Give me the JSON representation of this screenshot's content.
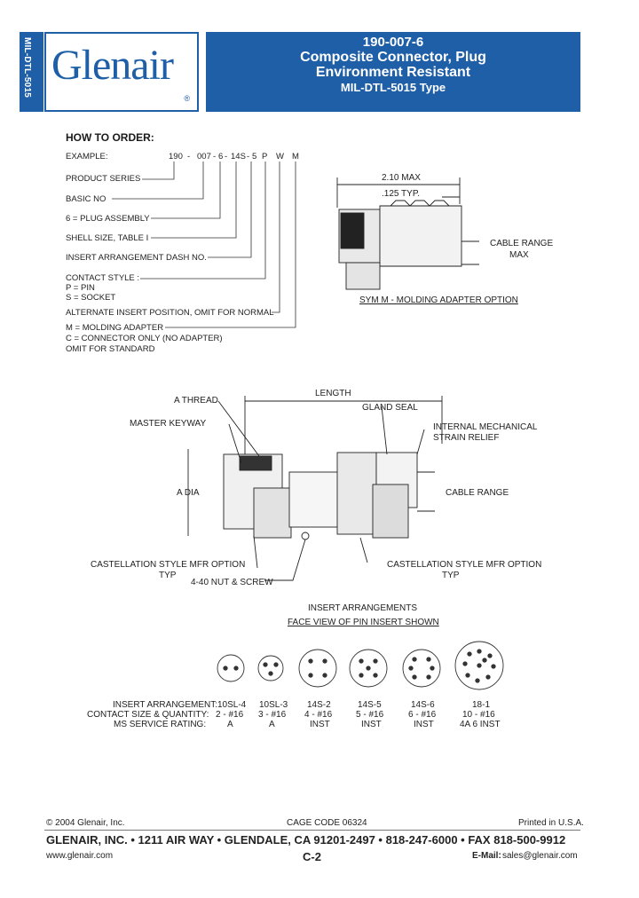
{
  "side_tab": "MIL-DTL-5015",
  "logo": {
    "text": "Glenair",
    "reg": "®"
  },
  "title": {
    "part": "190-007-6",
    "line1": "Composite Connector, Plug",
    "line2": "Environment Resistant",
    "line3": "MIL-DTL-5015 Type"
  },
  "how_to_order": {
    "heading": "HOW TO ORDER:",
    "example_label": "EXAMPLE:",
    "example_parts": [
      "190",
      "-",
      "007",
      "-",
      "6",
      "-",
      "14S",
      "-",
      "5",
      "P",
      "W",
      "M"
    ],
    "items": [
      "PRODUCT SERIES",
      "BASIC NO",
      "6 = PLUG ASSEMBLY",
      "SHELL SIZE, TABLE I",
      "INSERT ARRANGEMENT DASH NO.",
      "CONTACT STYLE :",
      "P = PIN",
      "S = SOCKET",
      "ALTERNATE INSERT POSITION, OMIT FOR NORMAL",
      "M = MOLDING ADAPTER",
      "C = CONNECTOR ONLY (NO ADAPTER)",
      "OMIT FOR STANDARD"
    ]
  },
  "adapter_drawing": {
    "dim1": "2.10 MAX",
    "dim2": ".125 TYP.",
    "cable_range": "CABLE RANGE",
    "cable_max": "MAX",
    "caption": "SYM M - MOLDING ADAPTER OPTION"
  },
  "main_drawing": {
    "length": "LENGTH",
    "a_thread": "A THREAD",
    "gland_seal": "GLAND SEAL",
    "master_keyway": "MASTER KEYWAY",
    "internal_1": "INTERNAL MECHANICAL",
    "internal_2": "STRAIN RELIEF",
    "a_dia": "A DIA",
    "cable_range": "CABLE RANGE",
    "castellation_left": "CASTELLATION STYLE MFR OPTION",
    "typ_left": "TYP",
    "nut_screw": "4-40 NUT & SCREW",
    "castellation_right": "CASTELLATION STYLE MFR OPTION",
    "typ_right": "TYP"
  },
  "inserts": {
    "heading1": "INSERT ARRANGEMENTS",
    "heading2": "FACE VIEW OF PIN INSERT SHOWN",
    "row_labels": [
      "INSERT ARRANGEMENT:",
      "CONTACT SIZE & QUANTITY:",
      "MS SERVICE RATING:"
    ],
    "items": [
      {
        "arr": "10SL-4",
        "qty": "2 - #16",
        "rating": "A"
      },
      {
        "arr": "10SL-3",
        "qty": "3 - #16",
        "rating": "A"
      },
      {
        "arr": "14S-2",
        "qty": "4 - #16",
        "rating": "INST"
      },
      {
        "arr": "14S-5",
        "qty": "5 - #16",
        "rating": "INST"
      },
      {
        "arr": "14S-6",
        "qty": "6 - #16",
        "rating": "INST"
      },
      {
        "arr": "18-1",
        "qty": "10 - #16",
        "rating": "4A 6 INST"
      }
    ]
  },
  "footer": {
    "copyright": "© 2004 Glenair, Inc.",
    "cage": "CAGE CODE 06324",
    "printed": "Printed in U.S.A.",
    "address": "GLENAIR, INC. • 1211 AIR WAY • GLENDALE, CA 91201-2497 • 818-247-6000 • FAX 818-500-9912",
    "web": "www.glenair.com",
    "page": "C-2",
    "email_label": "E-Mail:",
    "email": "sales@glenair.com"
  },
  "colors": {
    "brand_blue": "#1f5fa8"
  }
}
